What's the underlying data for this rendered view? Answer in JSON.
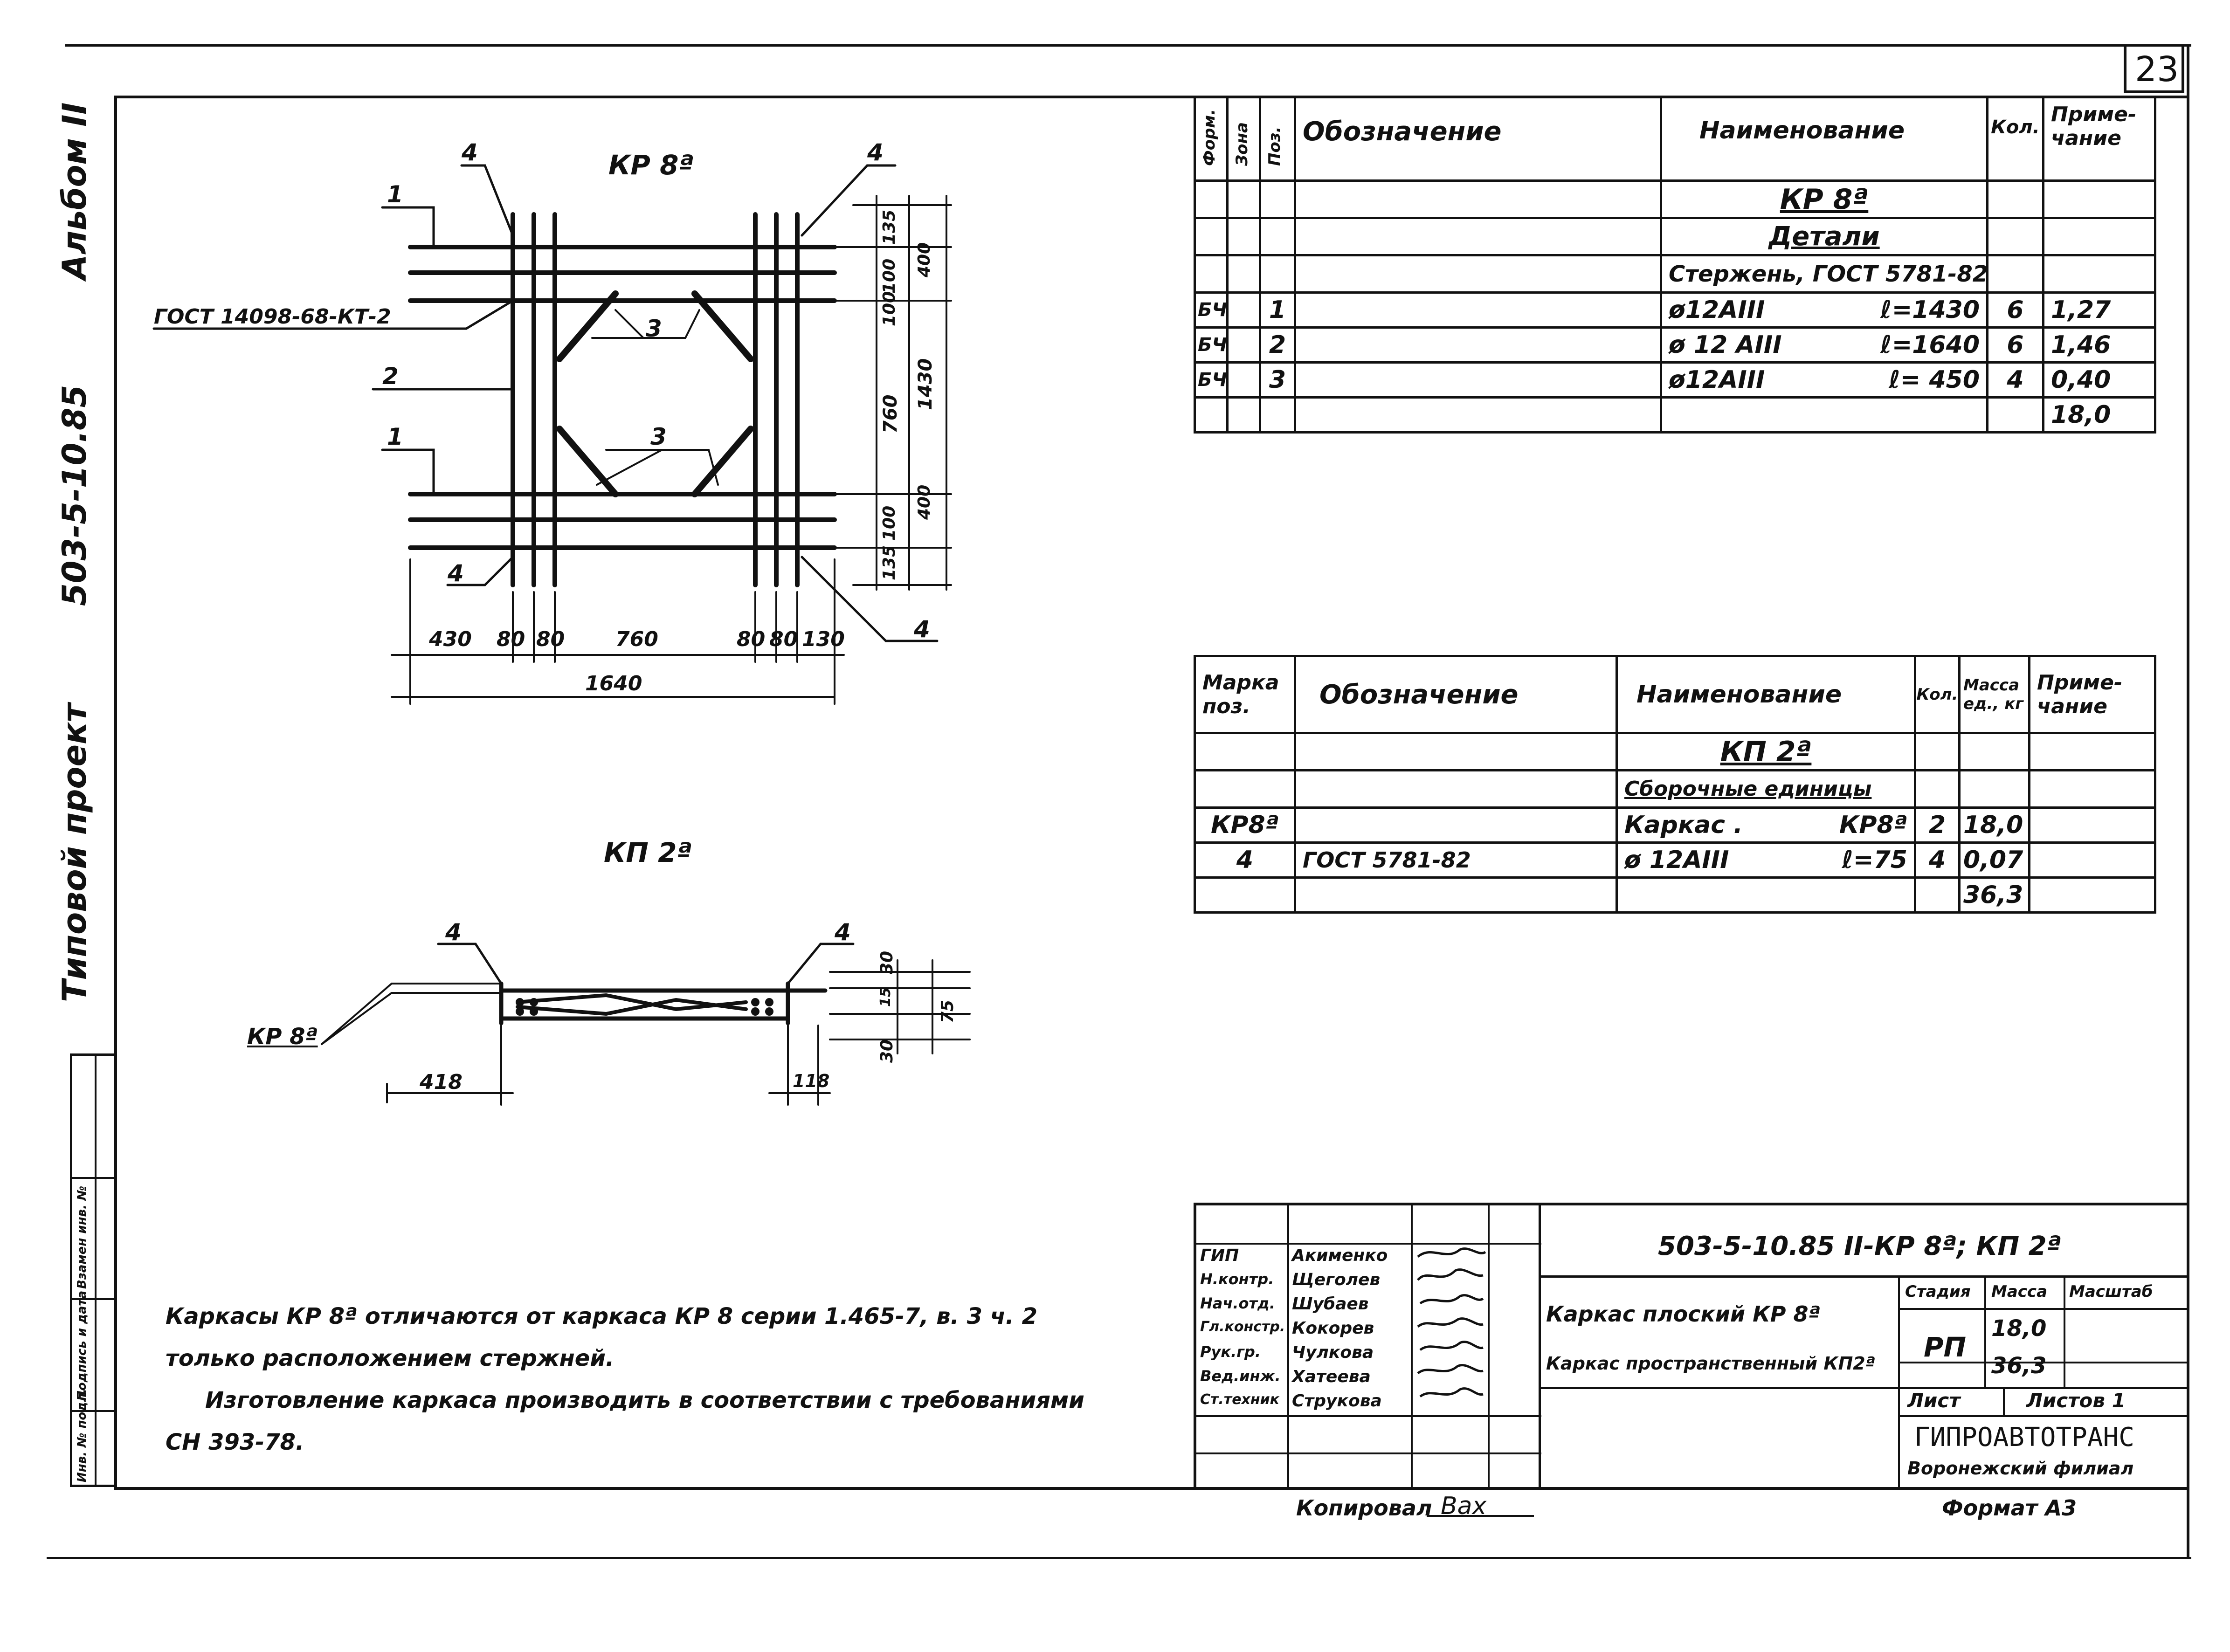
{
  "sheet_number": "23",
  "side": {
    "album": "Альбом II",
    "code": "503-5-10.85",
    "project": "Типовой проект",
    "stamp": [
      "Инв. № подл.",
      "Подпись и дата",
      "Взамен инв. №"
    ]
  },
  "drawing1": {
    "title": "КР 8ª",
    "gost_label": "ГОСТ 14098-68-КТ-2",
    "callouts": {
      "c1a": "1",
      "c1b": "1",
      "c2": "2",
      "c3a": "3",
      "c3b": "3",
      "c4a": "4",
      "c4b": "4",
      "c4c": "4",
      "c4d": "4"
    },
    "dims_bottom": [
      "430",
      "80",
      "80",
      "760",
      "80",
      "80",
      "130"
    ],
    "dim_total": "1640",
    "dims_right_inner": [
      "135",
      "100",
      "100",
      "760",
      "100",
      "135"
    ],
    "dims_right_outer": [
      "400",
      "1430",
      "400"
    ]
  },
  "drawing2": {
    "title": "КП 2ª",
    "label": "КР 8ª",
    "callouts": {
      "a": "4",
      "b": "4"
    },
    "dims_bottom": [
      "418",
      "118"
    ],
    "dims_right": [
      "30",
      "15",
      "30",
      "75"
    ]
  },
  "notes": {
    "line1": "Каркасы КР 8ª отличаются от каркаса КР 8 серии 1.465-7, в. 3 ч. 2",
    "line2": "только расположением стержней.",
    "line3": "Изготовление каркаса производить в соответствии с требованиями",
    "line4": "СН 393-78."
  },
  "spec1": {
    "headers": {
      "format": "Форм.",
      "zone": "Зона",
      "pos": "Поз.",
      "designation": "Обозначение",
      "name": "Наименование",
      "qty": "Кол.",
      "note": "Приме- чание"
    },
    "section_title": "КР 8ª",
    "section_sub": "Детали",
    "group": "Стержень, ГОСТ 5781-82",
    "rows": [
      {
        "format": "БЧ",
        "pos": "1",
        "name": "ø12АIII",
        "len": "ℓ=1430",
        "qty": "6",
        "note": "1,27"
      },
      {
        "format": "БЧ",
        "pos": "2",
        "name": "ø 12 АIII",
        "len": "ℓ=1640",
        "qty": "6",
        "note": "1,46"
      },
      {
        "format": "БЧ",
        "pos": "3",
        "name": "ø12АIII",
        "len": "ℓ= 450",
        "qty": "4",
        "note": "0,40"
      }
    ],
    "total": "18,0"
  },
  "spec2": {
    "headers": {
      "mark": "Марка поз.",
      "designation": "Обозначение",
      "name": "Наименование",
      "qty": "Кол.",
      "mass": "Масса ед., кг",
      "note": "Приме- чание"
    },
    "section_title": "КП 2ª",
    "section_sub": "Сборочные единицы",
    "rows": [
      {
        "mark": "КР8ª",
        "designation": "",
        "name": "Каркас .",
        "name2": "КР8ª",
        "qty": "2",
        "mass": "18,0"
      },
      {
        "mark": "4",
        "designation": "ГОСТ 5781-82",
        "name": "ø 12АIII",
        "name2": "ℓ=75",
        "qty": "4",
        "mass": "0,07"
      }
    ],
    "total": "36,3"
  },
  "title_block": {
    "code": "503-5-10.85   II-КР 8ª; КП 2ª",
    "people": [
      {
        "role": "ГИП",
        "name": "Акименко"
      },
      {
        "role": "Н.контр.",
        "name": "Щеголев"
      },
      {
        "role": "Нач.отд.",
        "name": "Шубаев"
      },
      {
        "role": "Гл.констр.",
        "name": "Кокорев"
      },
      {
        "role": "Рук.гр.",
        "name": "Чулкова"
      },
      {
        "role": "Вед.инж.",
        "name": "Хатеева"
      },
      {
        "role": "Ст.техник",
        "name": "Струкова"
      }
    ],
    "name1": "Каркас плоский  КР 8ª",
    "name2": "Каркас пространственный  КП2ª",
    "stage_h": "Стадия",
    "mass_h": "Масса",
    "scale_h": "Масштаб",
    "stage": "РП",
    "mass1": "18,0",
    "mass2": "36,3",
    "sheet_h": "Лист",
    "sheets_h": "Листов 1",
    "org1": "ГИПРОАВТОТРАНС",
    "org2": "Воронежский филиал"
  },
  "footer": {
    "copied": "Копировал",
    "copied_sig": "Вах",
    "format": "Формат  А3"
  }
}
